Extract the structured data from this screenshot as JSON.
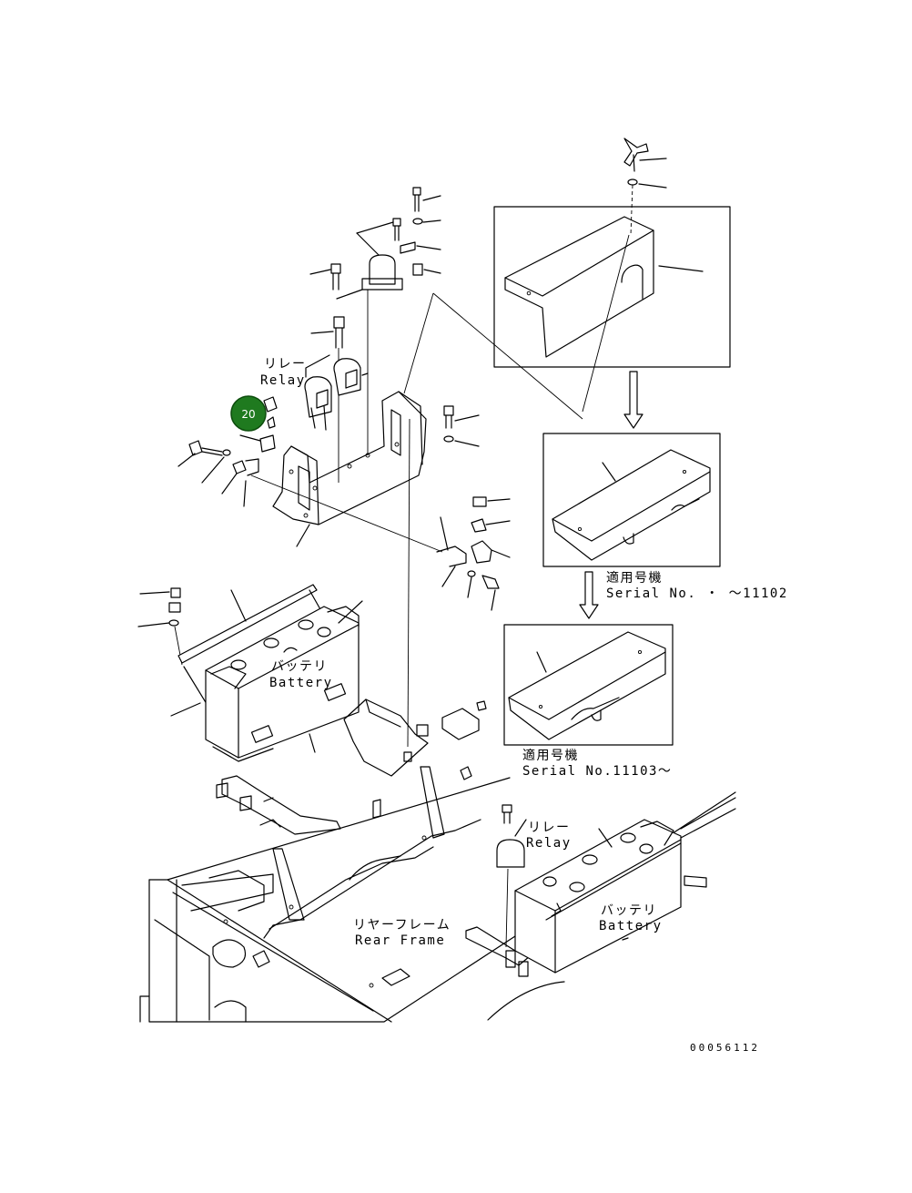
{
  "labels": {
    "relay_top_jp": "リレー",
    "relay_top_en": "Relay",
    "battery_left_jp": "バッテリ",
    "battery_left_en": "Battery",
    "serial_1_jp": "適用号機",
    "serial_1_en": "Serial No.  ・  ～11102",
    "serial_2_jp": "適用号機",
    "serial_2_en": "Serial No.11103～",
    "relay_bottom_jp": "リレー",
    "relay_bottom_en": "Relay",
    "battery_right_jp": "バッテリ",
    "battery_right_en": "Battery",
    "rear_frame_jp": "リヤーフレーム",
    "rear_frame_en": "Rear Frame",
    "drawing_number": "00056112"
  },
  "callout": {
    "number": "20",
    "color": "#1f7a1f"
  }
}
